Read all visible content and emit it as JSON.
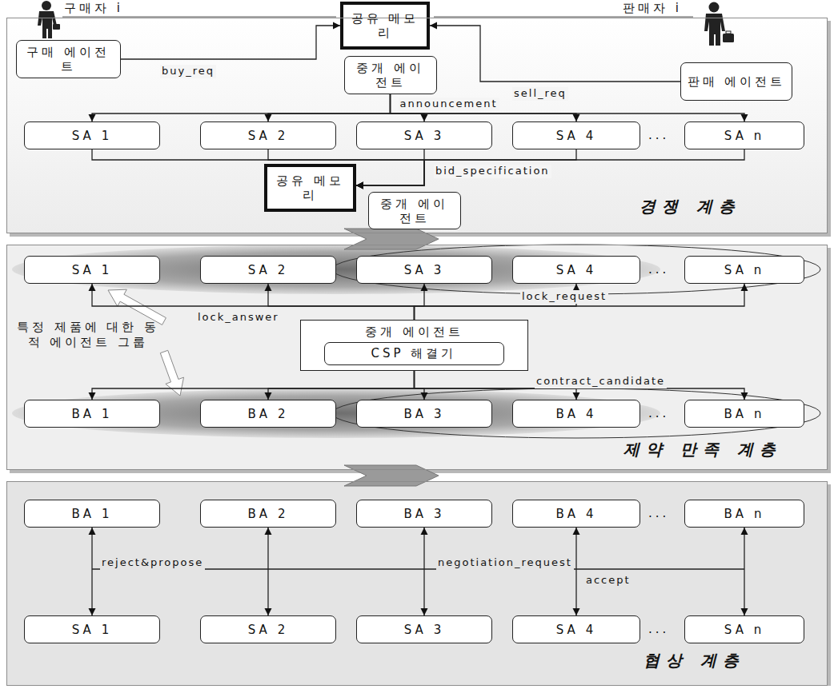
{
  "diagram": {
    "nodes": [
      {
        "text": [
          "공유 메모리"
        ]
      },
      {
        "text": [
          "경쟁 계층"
        ]
      },
      {
        "text": [
          "구매 에이전트"
        ],
        "in": 1
      },
      {
        "text": [
          "중개 에이전트"
        ],
        "in": 1
      },
      {
        "text": [
          "판매 에이전트"
        ],
        "in": 1
      },
      {
        "text": [
          "SA 1"
        ],
        "in": 1
      },
      {
        "text": [
          "SA 2"
        ],
        "in": 1
      },
      {
        "text": [
          "SA 3"
        ],
        "in": 1
      },
      {
        "text": [
          "SA 4"
        ],
        "in": 1
      },
      {
        "text": [
          "SA n"
        ],
        "in": 1
      },
      {
        "text": [
          "공유 메모리"
        ],
        "in": 1
      },
      {
        "text": [
          "중개 에이전트"
        ],
        "in": 1
      },
      {
        "text": [
          "제약 만족 계층"
        ]
      },
      {
        "text": [
          "SA 1"
        ],
        "in": 12
      },
      {
        "text": [
          "SA 2"
        ],
        "in": 12
      },
      {
        "text": [
          "SA 3"
        ],
        "in": 12
      },
      {
        "text": [
          "SA 4"
        ],
        "in": 12
      },
      {
        "text": [
          "SA n"
        ],
        "in": 12
      },
      {
        "text": [
          "중개 에이전트"
        ],
        "in": 12
      },
      {
        "text": [
          "CSP 해결기"
        ],
        "in": 18
      },
      {
        "text": [
          "BA 1"
        ],
        "in": 12
      },
      {
        "text": [
          "BA 2"
        ],
        "in": 12
      },
      {
        "text": [
          "BA 3"
        ],
        "in": 12
      },
      {
        "text": [
          "BA 4"
        ],
        "in": 12
      },
      {
        "text": [
          "BA n"
        ],
        "in": 12
      },
      {
        "text": [
          "협상 계층"
        ]
      },
      {
        "text": [
          "BA 1"
        ],
        "in": 25
      },
      {
        "text": [
          "BA 2"
        ],
        "in": 25
      },
      {
        "text": [
          "BA 3"
        ],
        "in": 25
      },
      {
        "text": [
          "BA 4"
        ],
        "in": 25
      },
      {
        "text": [
          "BA n"
        ],
        "in": 25
      },
      {
        "text": [
          "SA 1"
        ],
        "in": 25
      },
      {
        "text": [
          "SA 2"
        ],
        "in": 25
      },
      {
        "text": [
          "SA 3"
        ],
        "in": 25
      },
      {
        "text": [
          "SA 4"
        ],
        "in": 25
      },
      {
        "text": [
          "SA n"
        ],
        "in": 25
      }
    ],
    "edges": [
      {
        "from": 2,
        "to": 0,
        "label": "buy_req",
        "arrow": "to"
      },
      {
        "from": 4,
        "to": 0,
        "label": "sell_req",
        "arrow": "to"
      },
      {
        "from": 3,
        "to": 5,
        "arrow": "to"
      },
      {
        "from": 3,
        "to": 6,
        "arrow": "to"
      },
      {
        "from": 3,
        "to": 7,
        "label": "announcement",
        "arrow": "to"
      },
      {
        "from": 3,
        "to": 8,
        "arrow": "to"
      },
      {
        "from": 3,
        "to": 9,
        "arrow": "to"
      },
      {
        "from": 5,
        "to": 10,
        "arrow": "to"
      },
      {
        "from": 6,
        "to": 10,
        "arrow": "to"
      },
      {
        "from": 7,
        "to": 10,
        "label": "bid_specification",
        "arrow": "to"
      },
      {
        "from": 8,
        "to": 10,
        "arrow": "to"
      },
      {
        "from": 9,
        "to": 10,
        "arrow": "to"
      },
      {
        "from": 18,
        "to": 13,
        "label": "lock_answer",
        "arrow": "to"
      },
      {
        "from": 18,
        "to": 14,
        "arrow": "to"
      },
      {
        "from": 18,
        "to": 15,
        "arrow": "to"
      },
      {
        "from": 18,
        "to": 16,
        "label": "lock_request",
        "arrow": "to"
      },
      {
        "from": 18,
        "to": 17,
        "arrow": "to"
      },
      {
        "from": 18,
        "to": 20,
        "arrow": "to"
      },
      {
        "from": 18,
        "to": 21,
        "arrow": "to"
      },
      {
        "from": 18,
        "to": 22,
        "label": "contract_candidate",
        "arrow": "to"
      },
      {
        "from": 18,
        "to": 23,
        "arrow": "to"
      },
      {
        "from": 18,
        "to": 24,
        "arrow": "to"
      },
      {
        "from": 26,
        "to": 31,
        "label": "reject&propose",
        "arrow": "both"
      },
      {
        "from": 27,
        "to": 32,
        "arrow": "both"
      },
      {
        "from": 28,
        "to": 33,
        "label": "negotiation_request",
        "arrow": "both"
      },
      {
        "from": 29,
        "to": 34,
        "label": "accept",
        "arrow": "both"
      },
      {
        "from": 30,
        "to": 35,
        "arrow": "both"
      }
    ],
    "labels": [
      "구매자 i",
      "판매자 i",
      "...",
      "...",
      "...",
      "...",
      "...",
      "특정 제품에 대한 동적 에이전트 그룹"
    ]
  }
}
